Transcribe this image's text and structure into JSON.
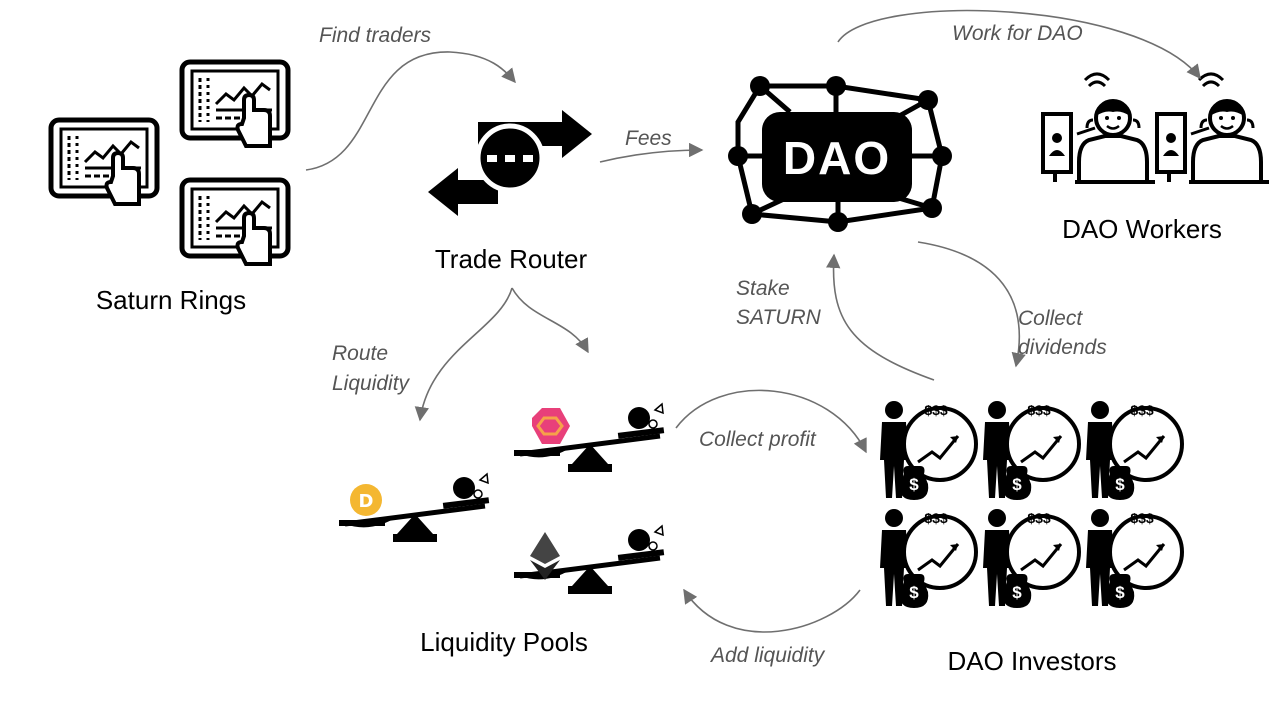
{
  "nodes": {
    "saturn_rings": "Saturn Rings",
    "trade_router": "Trade Router",
    "dao": "DAO",
    "dao_workers": "DAO Workers",
    "liquidity_pools": "Liquidity Pools",
    "dao_investors": "DAO Investors"
  },
  "edges": {
    "find_traders": "Find traders",
    "fees": "Fees",
    "work_for_dao": "Work for DAO",
    "route_liquidity_1": "Route",
    "route_liquidity_2": "Liquidity",
    "stake_1": "Stake",
    "stake_2": "SATURN",
    "collect_dividends_1": "Collect",
    "collect_dividends_2": "dividends",
    "collect_profit": "Collect profit",
    "add_liquidity": "Add liquidity"
  },
  "icons": {
    "investor_money": "$$$",
    "investor_bag": "$"
  },
  "colors": {
    "arrow": "#6f6f6f",
    "label": "#555555",
    "hex_pink": "#e8407a",
    "hex_orange": "#f6a24a",
    "dai_yellow": "#f4b731"
  }
}
